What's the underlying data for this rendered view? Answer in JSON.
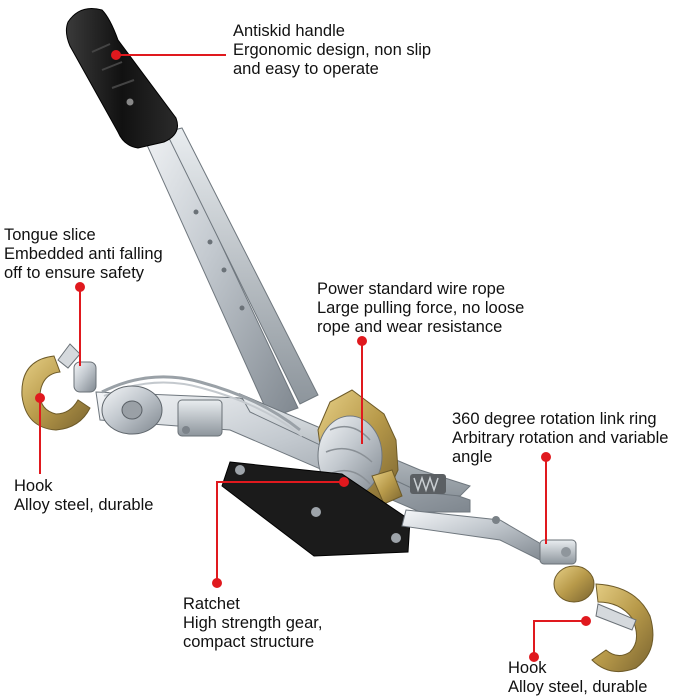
{
  "accent_color": "#e0191e",
  "callouts": {
    "handle": {
      "title": "Antiskid handle",
      "line1": "Ergonomic design, non slip",
      "line2": "and easy to operate"
    },
    "tongue": {
      "title": "Tongue slice",
      "line1": "Embedded anti falling",
      "line2": "off to ensure safety"
    },
    "rope": {
      "title": "Power standard wire rope",
      "line1": "Large pulling force, no loose",
      "line2": "rope and wear resistance"
    },
    "link_ring": {
      "title": "360 degree rotation link ring",
      "line1": "Arbitrary rotation and variable",
      "line2": "angle"
    },
    "hook_left": {
      "title": "Hook",
      "line1": "Alloy steel, durable"
    },
    "ratchet": {
      "title": "Ratchet",
      "line1": "High strength gear,",
      "line2": "compact structure"
    },
    "hook_right": {
      "title": "Hook",
      "line1": "Alloy steel, durable"
    }
  }
}
